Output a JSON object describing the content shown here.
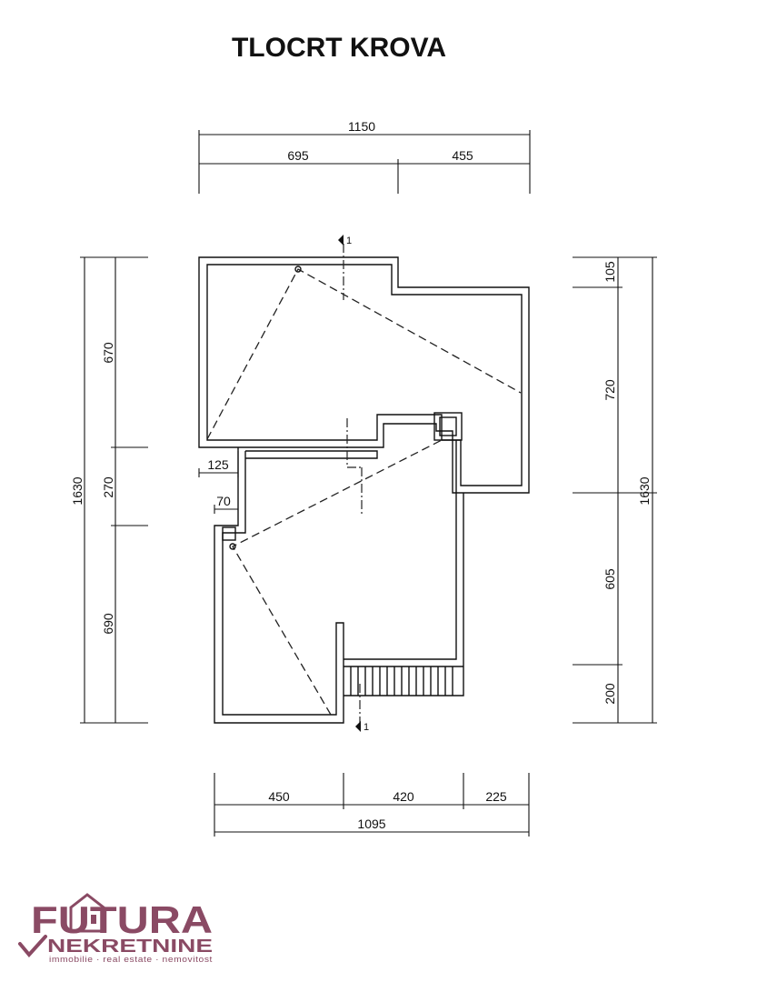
{
  "title": "TLOCRT KROVA",
  "dimensions": {
    "top_total": "1150",
    "top_left": "695",
    "top_right": "455",
    "left_total": "1630",
    "left_top": "670",
    "left_mid": "270",
    "left_bottom": "690",
    "right_total": "1630",
    "right_1": "105",
    "right_2": "720",
    "right_3": "605",
    "right_4": "200",
    "bottom_1": "450",
    "bottom_2": "420",
    "bottom_3": "225",
    "bottom_total": "1095",
    "inner_1": "125",
    "inner_2": "70"
  },
  "section_marks": {
    "top": "1",
    "bottom": "1"
  },
  "logo": {
    "brand": "FUTURA",
    "line2": "NEKRETNINE",
    "tagline": "immobilie · real estate · nemovitost",
    "color": "#8a4a64"
  }
}
